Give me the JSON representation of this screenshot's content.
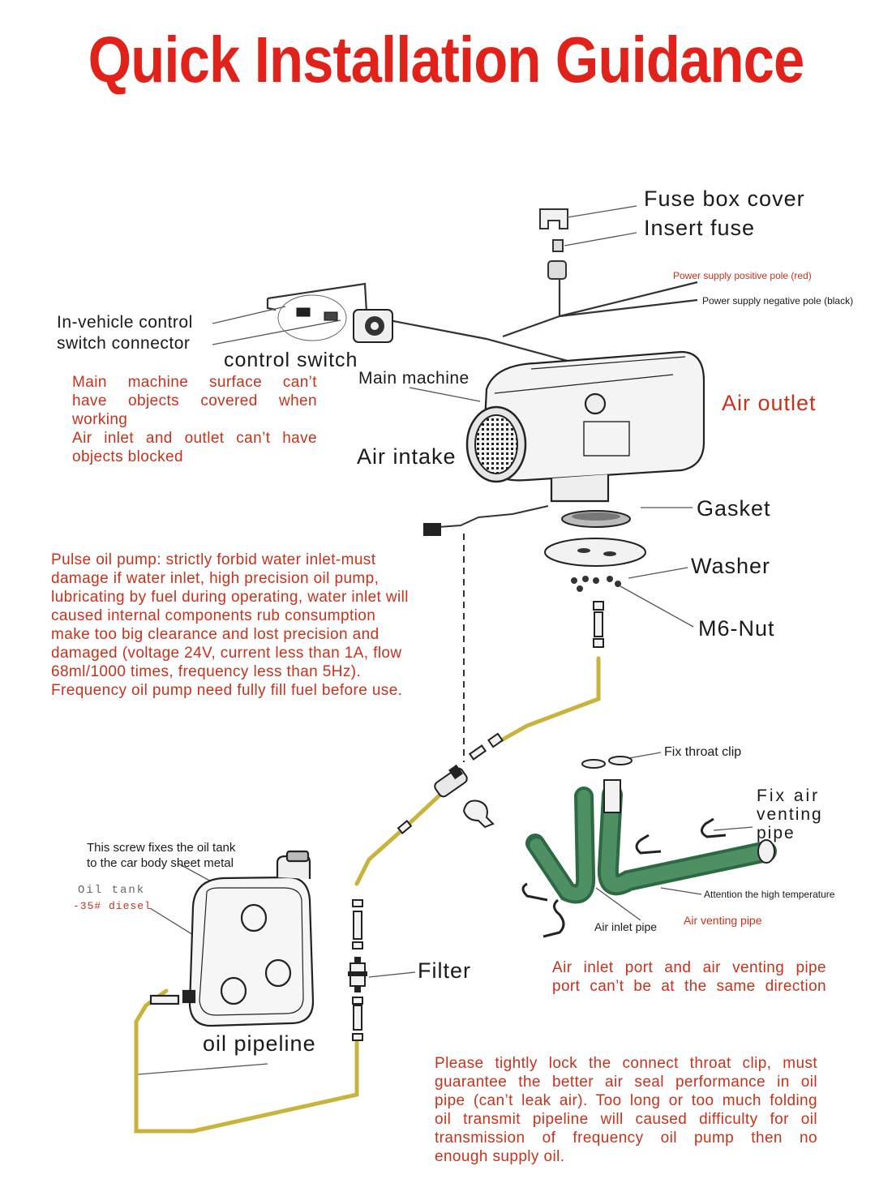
{
  "title": "Quick Installation Guidance",
  "labels": {
    "fuse_box_cover": "Fuse box cover",
    "insert_fuse": "Insert fuse",
    "power_positive": "Power supply positive pole (red)",
    "power_negative": "Power supply negative pole (black)",
    "in_vehicle_control_1": "In-vehicle control",
    "in_vehicle_control_2": "switch connector",
    "control_switch": "control switch",
    "main_machine": "Main machine",
    "air_outlet": "Air outlet",
    "air_intake": "Air intake",
    "gasket": "Gasket",
    "washer": "Washer",
    "m6_nut": "M6-Nut",
    "fix_throat_clip": "Fix throat clip",
    "fix_air_venting_pipe_1": "Fix air",
    "fix_air_venting_pipe_2": "venting",
    "fix_air_venting_pipe_3": "pipe",
    "attention_high_temp": "Attention the high temperature",
    "air_inlet_pipe": "Air inlet pipe",
    "air_venting_pipe": "Air venting pipe",
    "screw_note_1": "This screw fixes the oil tank",
    "screw_note_2": "to the car body sheet metal",
    "oil_tank": "Oil tank",
    "diesel": "-35# diesel",
    "filter": "Filter",
    "oil_pipeline": "oil pipeline"
  },
  "notes": {
    "surface": [
      "Main machine surface can’t",
      "have objects covered when",
      "working",
      "Air inlet and outlet can’t have",
      "objects blocked"
    ],
    "pump": [
      "Pulse oil pump: strictly forbid water inlet-must",
      "damage if water inlet, high precision oil pump,",
      "lubricating by fuel during operating, water inlet will",
      "caused internal components rub consumption",
      "make too big clearance and lost precision and",
      "damaged (voltage 24V, current less than 1A, flow",
      "68ml/1000 times, frequency less than 5Hz).",
      "Frequency oil pump need fully fill fuel before use."
    ],
    "ports": [
      "Air inlet port and air venting pipe",
      "port can’t be at the same direction"
    ],
    "clip": [
      "Please tightly lock the connect throat clip, must",
      "guarantee the better air seal performance in oil",
      "pipe (can’t leak air). Too long or too much folding",
      "oil transmit pipeline will caused difficulty for oil",
      "transmission of frequency oil pump then no",
      "enough supply oil."
    ]
  },
  "colors": {
    "title_red": "#e0221b",
    "note_red": "#c8321c",
    "pipe_green": "#3f7a56",
    "fuel_line_yellow": "#c8b43c"
  }
}
